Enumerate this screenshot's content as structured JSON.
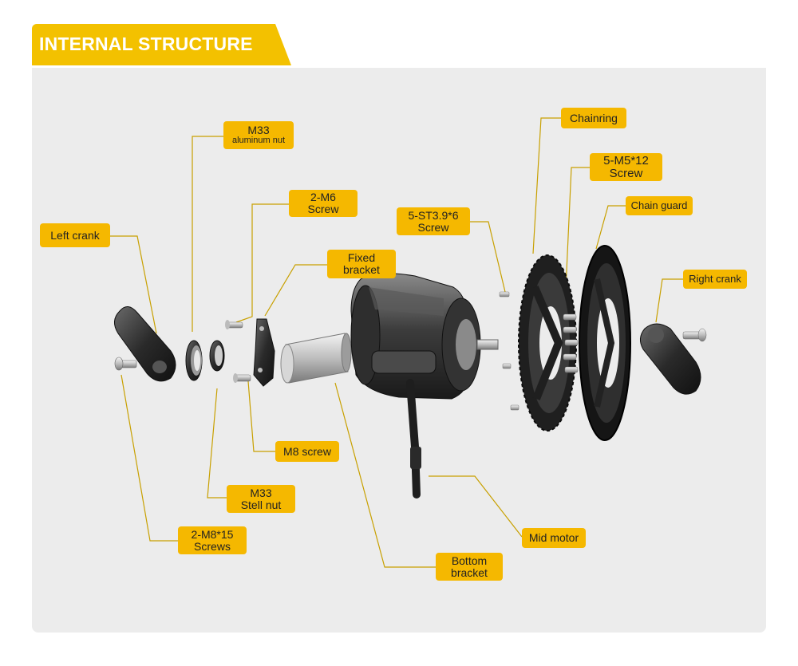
{
  "header": {
    "title": "INTERNAL STRUCTURE"
  },
  "colors": {
    "accent": "#f3c100",
    "label_bg": "#f5b800",
    "panel_bg": "#ececec",
    "part_dark": "#2a2a2a"
  },
  "labels": {
    "m33_aluminum_nut": {
      "line1": "M33",
      "line2": "aluminum nut"
    },
    "m6_screw": {
      "line1": "2-M6",
      "line2": "Screw"
    },
    "left_crank": {
      "line1": "Left crank"
    },
    "fixed_bracket": {
      "line1": "Fixed",
      "line2": "bracket"
    },
    "st39_screw": {
      "line1": "5-ST3.9*6",
      "line2": "Screw"
    },
    "chainring": {
      "line1": "Chainring"
    },
    "m5_screw": {
      "line1": "5-M5*12",
      "line2": "Screw"
    },
    "chain_guard": {
      "line1": "Chain guard"
    },
    "right_crank": {
      "line1": "Right crank"
    },
    "m8_screw": {
      "line1": "M8 screw"
    },
    "m33_stell_nut": {
      "line1": "M33",
      "line2": "Stell nut"
    },
    "m8_15_screws": {
      "line1": "2-M8*15",
      "line2": "Screws"
    },
    "mid_motor": {
      "line1": "Mid motor"
    },
    "bottom_bracket": {
      "line1": "Bottom",
      "line2": "bracket"
    }
  }
}
